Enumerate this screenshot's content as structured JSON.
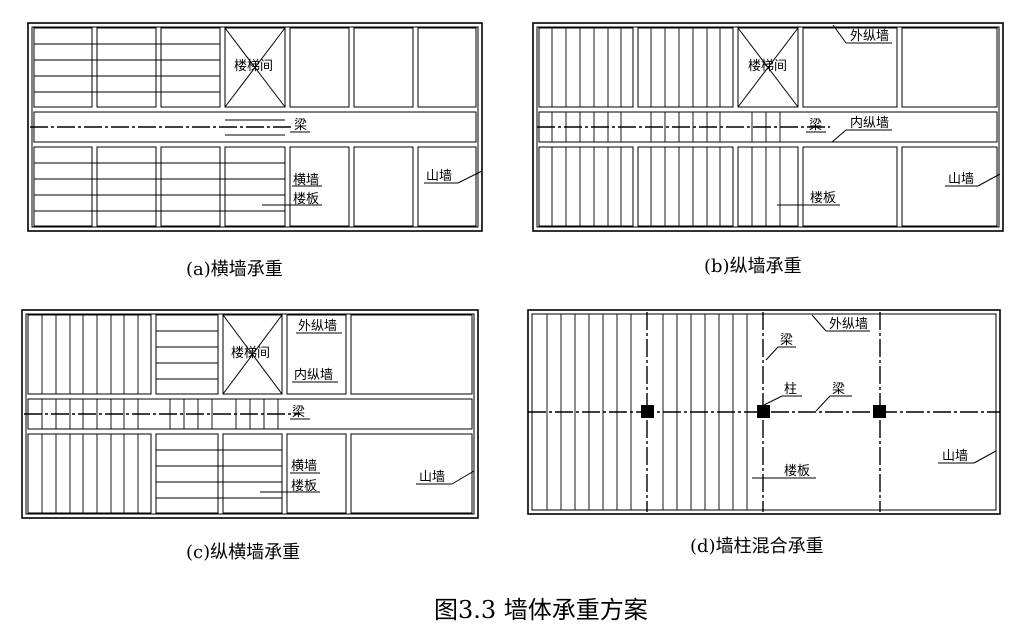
{
  "figure_title": "图3.3  墙体承重方案",
  "panels": {
    "a": {
      "caption": "(a)横墙承重",
      "labels": {
        "stair": "楼梯间",
        "beam": "梁",
        "cross_wall": "横墙",
        "slab": "楼板",
        "gable": "山墙"
      }
    },
    "b": {
      "caption": "(b)纵墙承重",
      "labels": {
        "stair": "楼梯间",
        "outer_long_wall": "外纵墙",
        "beam": "梁",
        "inner_long_wall": "内纵墙",
        "slab": "楼板",
        "gable": "山墙"
      }
    },
    "c": {
      "caption": "(c)纵横墙承重",
      "labels": {
        "stair": "楼梯间",
        "outer_long_wall": "外纵墙",
        "inner_long_wall": "内纵墙",
        "beam": "梁",
        "cross_wall": "横墙",
        "slab": "楼板",
        "gable": "山墙"
      }
    },
    "d": {
      "caption": "(d)墙柱混合承重",
      "labels": {
        "outer_long_wall": "外纵墙",
        "beam_top": "梁",
        "column": "柱",
        "beam": "梁",
        "slab": "楼板",
        "gable": "山墙"
      }
    }
  }
}
